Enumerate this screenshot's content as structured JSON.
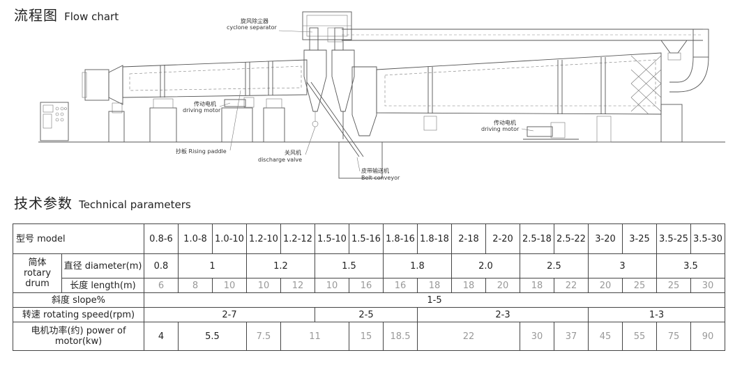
{
  "flow_section": {
    "title_zh": "流程图",
    "title_en": "Flow chart",
    "callouts": {
      "cyclone_zh": "旋风除尘器",
      "cyclone_en": "cyclone separator",
      "motor1_zh": "传动电机",
      "motor1_en": "driving motor",
      "paddle": "抄板 Rising paddle",
      "valve_zh": "关风机",
      "valve_en": "discharge valve",
      "belt_zh": "皮带输送机",
      "belt_en": "Belt conveyor",
      "motor2_zh": "传动电机",
      "motor2_en": "driving motor"
    }
  },
  "params_section": {
    "title_zh": "技术参数",
    "title_en": "Technical parameters",
    "table": {
      "model_label": "型号 model",
      "models": [
        "0.8-6",
        "1.0-8",
        "1.0-10",
        "1.2-10",
        "1.2-12",
        "1.5-10",
        "1.5-16",
        "1.8-16",
        "1.8-18",
        "2-18",
        "2-20",
        "2.5-18",
        "2.5-22",
        "3-20",
        "3-25",
        "3.5-25",
        "3.5-30"
      ],
      "drum_label": "简体 rotary drum",
      "diameter_label": "直径 diameter(m)",
      "diameter_groups": [
        "0.8",
        "1",
        "1.2",
        "1.5",
        "1.8",
        "2.0",
        "2.5",
        "3",
        "3.5"
      ],
      "length_label": "长度 length(m)",
      "lengths": [
        "6",
        "8",
        "10",
        "10",
        "12",
        "10",
        "16",
        "16",
        "18",
        "18",
        "20",
        "18",
        "22",
        "20",
        "25",
        "25",
        "30"
      ],
      "slope_label": "斜度 slope%",
      "slope_value": "1-5",
      "speed_label": "转速 rotating speed(rpm)",
      "speed_groups": [
        "2-7",
        "2-5",
        "2-3",
        "1-3"
      ],
      "power_label": "电机功率(约) power of motor(kw)",
      "power_groups": [
        "4",
        "5.5",
        "7.5",
        "11",
        "15",
        "18.5",
        "22",
        "30",
        "37",
        "45",
        "55",
        "75",
        "90"
      ]
    }
  }
}
